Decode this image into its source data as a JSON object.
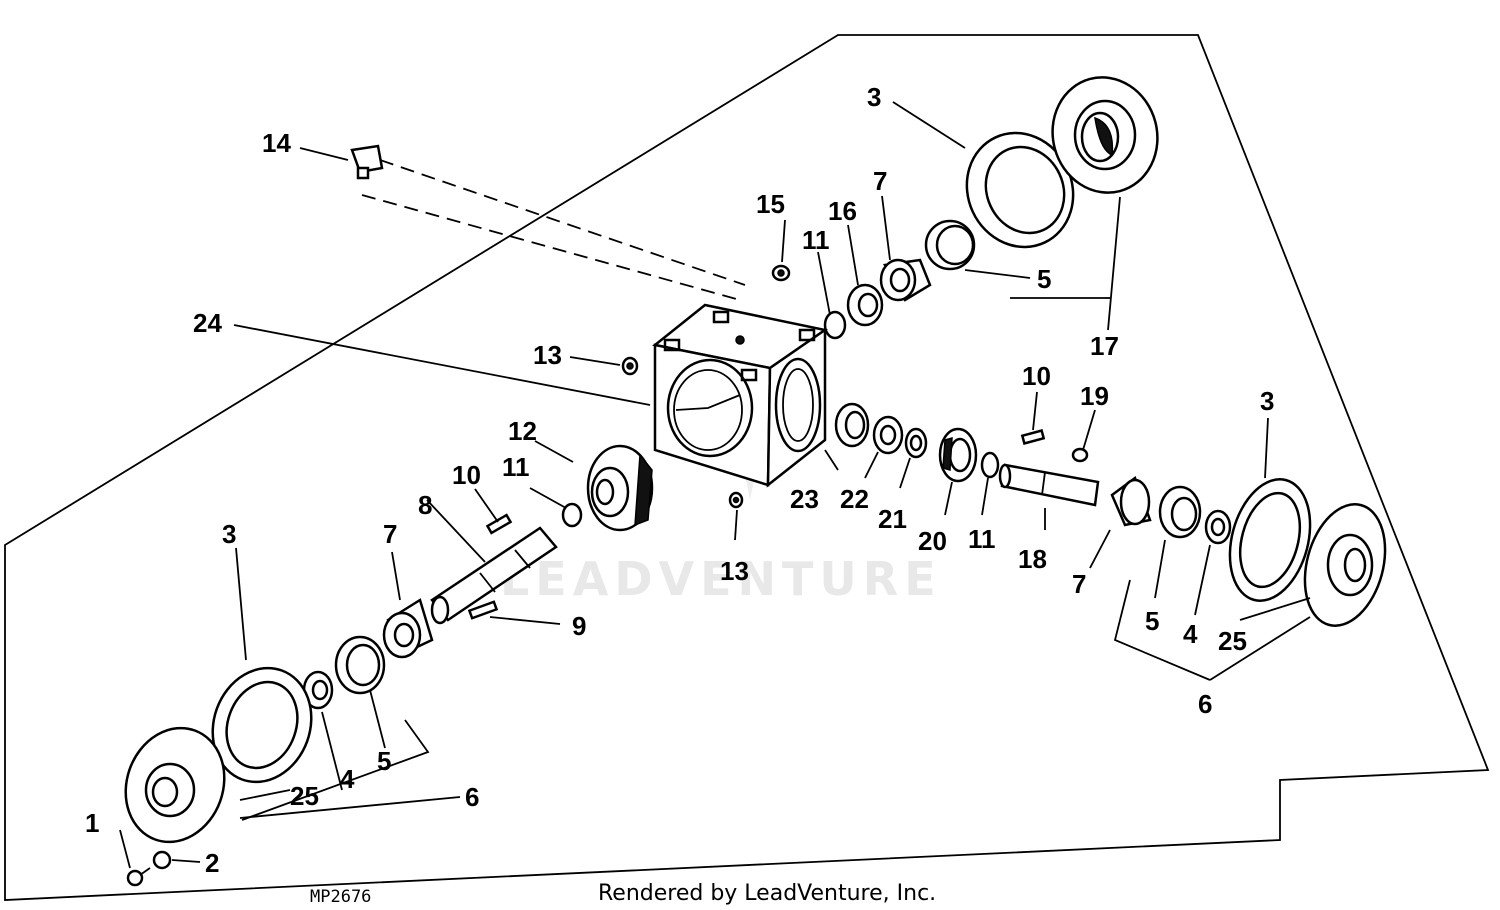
{
  "diagram": {
    "drawing_number": "MP2676",
    "credit": "Rendered by LeadVenture, Inc.",
    "watermark": "LEADVENTURE",
    "callouts": [
      {
        "id": "c1",
        "text": "1"
      },
      {
        "id": "c2",
        "text": "2"
      },
      {
        "id": "c3a",
        "text": "3"
      },
      {
        "id": "c3b",
        "text": "3"
      },
      {
        "id": "c3c",
        "text": "3"
      },
      {
        "id": "c4a",
        "text": "4"
      },
      {
        "id": "c4b",
        "text": "4"
      },
      {
        "id": "c5a",
        "text": "5"
      },
      {
        "id": "c5b",
        "text": "5"
      },
      {
        "id": "c5c",
        "text": "5"
      },
      {
        "id": "c6a",
        "text": "6"
      },
      {
        "id": "c6b",
        "text": "6"
      },
      {
        "id": "c7a",
        "text": "7"
      },
      {
        "id": "c7b",
        "text": "7"
      },
      {
        "id": "c7c",
        "text": "7"
      },
      {
        "id": "c8",
        "text": "8"
      },
      {
        "id": "c9",
        "text": "9"
      },
      {
        "id": "c10a",
        "text": "10"
      },
      {
        "id": "c10b",
        "text": "10"
      },
      {
        "id": "c11a",
        "text": "11"
      },
      {
        "id": "c11b",
        "text": "11"
      },
      {
        "id": "c11c",
        "text": "11"
      },
      {
        "id": "c12",
        "text": "12"
      },
      {
        "id": "c13a",
        "text": "13"
      },
      {
        "id": "c13b",
        "text": "13"
      },
      {
        "id": "c14",
        "text": "14"
      },
      {
        "id": "c15",
        "text": "15"
      },
      {
        "id": "c16",
        "text": "16"
      },
      {
        "id": "c17",
        "text": "17"
      },
      {
        "id": "c18",
        "text": "18"
      },
      {
        "id": "c19",
        "text": "19"
      },
      {
        "id": "c20",
        "text": "20"
      },
      {
        "id": "c21",
        "text": "21"
      },
      {
        "id": "c22",
        "text": "22"
      },
      {
        "id": "c23",
        "text": "23"
      },
      {
        "id": "c24",
        "text": "24"
      },
      {
        "id": "c25a",
        "text": "25"
      },
      {
        "id": "c25b",
        "text": "25"
      }
    ]
  }
}
